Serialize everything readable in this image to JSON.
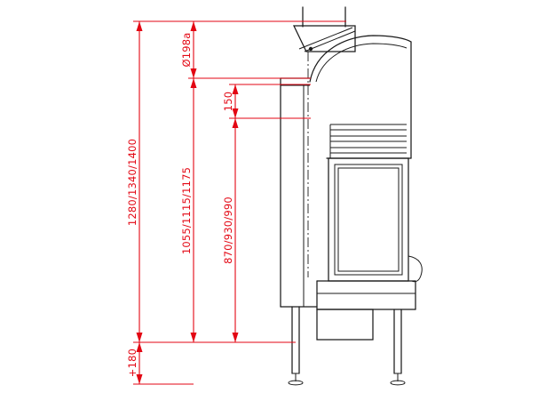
{
  "drawing": {
    "type": "technical-side-section-fireplace-insert",
    "dimensions": {
      "flue_diameter": "Ø198a",
      "collar_offset": "150",
      "overall_height": "1280/1340/1400",
      "flue_height": "1055/1115/1175",
      "opening_height": "870/930/990",
      "leg_adjustment": "+180"
    },
    "colors": {
      "dimension_red": "#e30613",
      "drawing_ink": "#1a1a1a",
      "background": "#ffffff"
    }
  }
}
